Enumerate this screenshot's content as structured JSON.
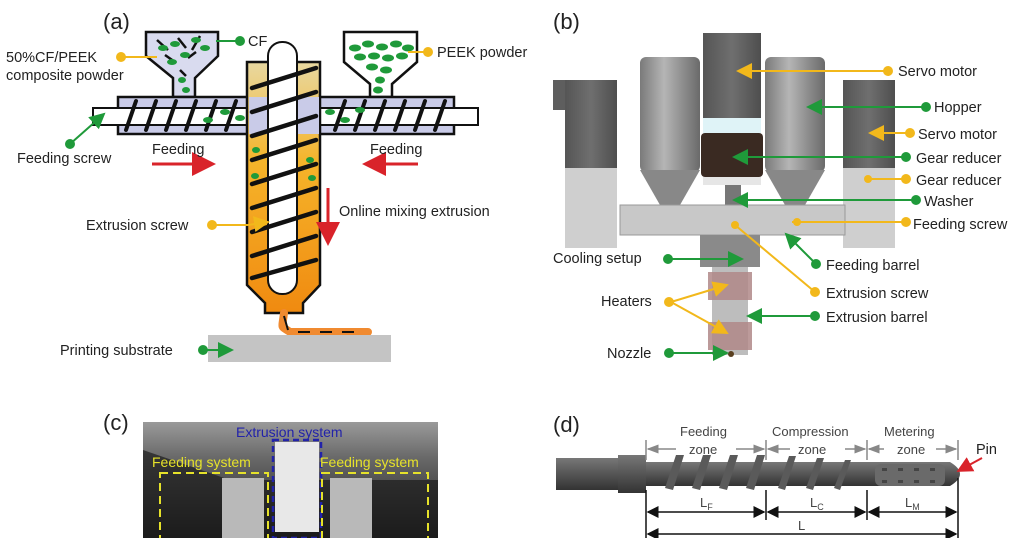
{
  "colors": {
    "green": "#1f9a3a",
    "yellow": "#f2b81b",
    "red": "#d9232a",
    "blue": "#2222aa",
    "feed_yellow": "#e6e22a",
    "barrel": "#c9cbe8",
    "melt": "#f0a020",
    "substrate": "#c4c4c4"
  },
  "panel_a": {
    "tag": "(a)",
    "labels": {
      "composite_powder_line1": "50%CF/PEEK",
      "composite_powder_line2": "composite powder",
      "cf": "CF",
      "peek_powder": "PEEK powder",
      "feeding_screw": "Feeding screw",
      "feeding_left": "Feeding",
      "feeding_right": "Feeding",
      "extrusion_screw": "Extrusion screw",
      "online_mixing": "Online mixing extrusion",
      "printing_substrate": "Printing substrate"
    }
  },
  "panel_b": {
    "tag": "(b)",
    "labels": {
      "servo_motor_1": "Servo motor",
      "hopper": "Hopper",
      "servo_motor_2": "Servo motor",
      "gear_reducer_1": "Gear reducer",
      "gear_reducer_2": "Gear reducer",
      "washer": "Washer",
      "feeding_screw": "Feeding screw",
      "cooling_setup": "Cooling setup",
      "feeding_barrel": "Feeding barrel",
      "heaters": "Heaters",
      "extrusion_screw": "Extrusion screw",
      "extrusion_barrel": "Extrusion barrel",
      "nozzle": "Nozzle"
    }
  },
  "panel_c": {
    "tag": "(c)",
    "labels": {
      "extrusion_system": "Extrusion system",
      "feeding_system_left": "Feeding system",
      "feeding_system_right": "Feeding system"
    }
  },
  "panel_d": {
    "tag": "(d)",
    "labels": {
      "feeding_zone_1": "Feeding",
      "feeding_zone_2": "zone",
      "compression_zone_1": "Compression",
      "compression_zone_2": "zone",
      "metering_zone_1": "Metering",
      "metering_zone_2": "zone",
      "pin": "Pin",
      "lf": "L",
      "lf_sub": "F",
      "lc": "L",
      "lc_sub": "C",
      "lm": "L",
      "lm_sub": "M",
      "l_total": "L"
    }
  }
}
